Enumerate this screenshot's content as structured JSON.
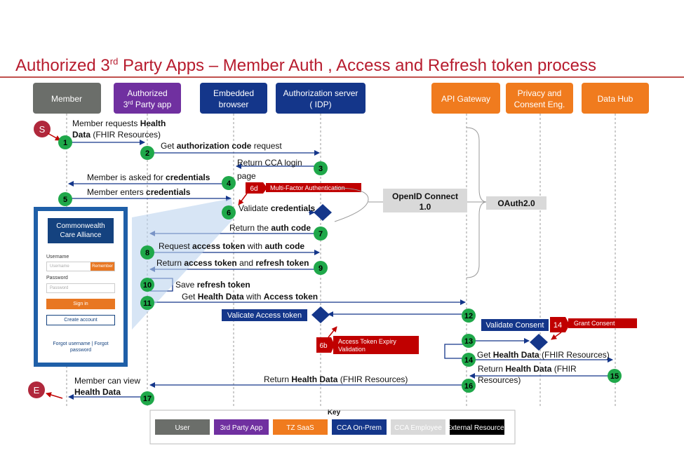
{
  "title": {
    "pre": "Authorized 3",
    "sup": "rd",
    "post": " Party Apps – Member Auth , Access and Refresh token process"
  },
  "participants": {
    "member": "Member",
    "app_l1": "Authorized",
    "app_l2": "3",
    "app_l2_sup": "rd",
    "app_l2_post": " Party app",
    "browser_l1": "Embedded",
    "browser_l2": "browser",
    "auth_l1": "Authorization server",
    "auth_l2": "( IDP)",
    "gateway": "API Gateway",
    "privacy_l1": "Privacy and",
    "privacy_l2": "Consent Eng.",
    "datahub": "Data Hub"
  },
  "markers": {
    "start": "S",
    "end": "E"
  },
  "steps": {
    "s1a": "Member requests ",
    "s1b": "Health",
    "s1c": "Data",
    "s1d": " (FHIR Resources)",
    "s2a": "Get ",
    "s2b": "authorization code",
    "s2c": " request",
    "s3a": "Return CCA login",
    "s3b": "page",
    "s4a": "Member is asked for ",
    "s4b": "credentials",
    "s5a": "Member enters ",
    "s5b": "credentials",
    "s6a": "Validate ",
    "s6b": "credentials",
    "s7a": "Return the ",
    "s7b": "auth code",
    "s8a": "Request ",
    "s8b": "access token",
    "s8c": " with ",
    "s8d": "auth code",
    "s9a": "Return ",
    "s9b": "access token",
    "s9c": " and ",
    "s9d": "refresh token",
    "s10a": "Save ",
    "s10b": "refresh token",
    "s11a": "Get ",
    "s11b": "Health Data",
    "s11c": " with ",
    "s11d": "Access token",
    "s12": "Valicate Access token",
    "s13": "Validate Consent",
    "s14a": "Get ",
    "s14b": "Health Data",
    "s14c": " (FHIR Resources)",
    "s15a": "Return ",
    "s15b": "Health Data",
    "s15c": " (FHIR",
    "s15d": "Resources)",
    "s16a": "Return ",
    "s16b": "Health Data",
    "s16c": " (FHIR Resources)",
    "s17a": "Member can view",
    "s17b": "Health Data"
  },
  "step_numbers": [
    "1",
    "2",
    "3",
    "4",
    "5",
    "6",
    "7",
    "8",
    "9",
    "10",
    "11",
    "12",
    "13",
    "14",
    "14",
    "15",
    "16",
    "17"
  ],
  "callouts": {
    "mfa_num": "6d",
    "mfa": "Multi-Factor Authentication",
    "exp_num": "6b",
    "exp_l1": "Access Token Expiry",
    "exp_l2": "Validation",
    "grant_num": "14",
    "grant": "Grant Consent"
  },
  "groups": {
    "openid_l1": "OpenID Connect",
    "openid_l2": "1.0",
    "oauth": "OAuth2.0"
  },
  "login": {
    "brand_l1": "Commonwealth",
    "brand_l2": "Care Alliance",
    "username_label": "Username",
    "username_placeholder": "Username",
    "remember": "Remember",
    "password_label": "Password",
    "password_placeholder": "Password",
    "signin": "Sign in",
    "create": "Create account",
    "forgot_l1": "Forgot username | Forgot",
    "forgot_l2": "password"
  },
  "key": {
    "title": "Key",
    "items": [
      "User",
      "3rd Party App",
      "TZ SaaS",
      "CCA On-Prem",
      "CCA Employee",
      "External Resources"
    ]
  },
  "colors": {
    "user": "#6b6e6a",
    "app": "#7030a0",
    "saas": "#f07b1e",
    "onprem": "#14368a",
    "employee": "#d9d9d9",
    "external": "#000000",
    "step": "#1fa84a",
    "callout": "#c00000",
    "marker": "#b0283c"
  }
}
